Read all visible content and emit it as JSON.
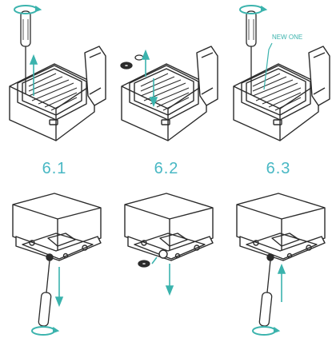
{
  "steps": [
    {
      "label": "6.1",
      "callout": ""
    },
    {
      "label": "6.2",
      "callout": ""
    },
    {
      "label": "6.3",
      "callout": "NEW ONE"
    }
  ],
  "colors": {
    "line": "#2b2b2b",
    "accent": "#3bb3ad",
    "label": "#49b8c4"
  }
}
